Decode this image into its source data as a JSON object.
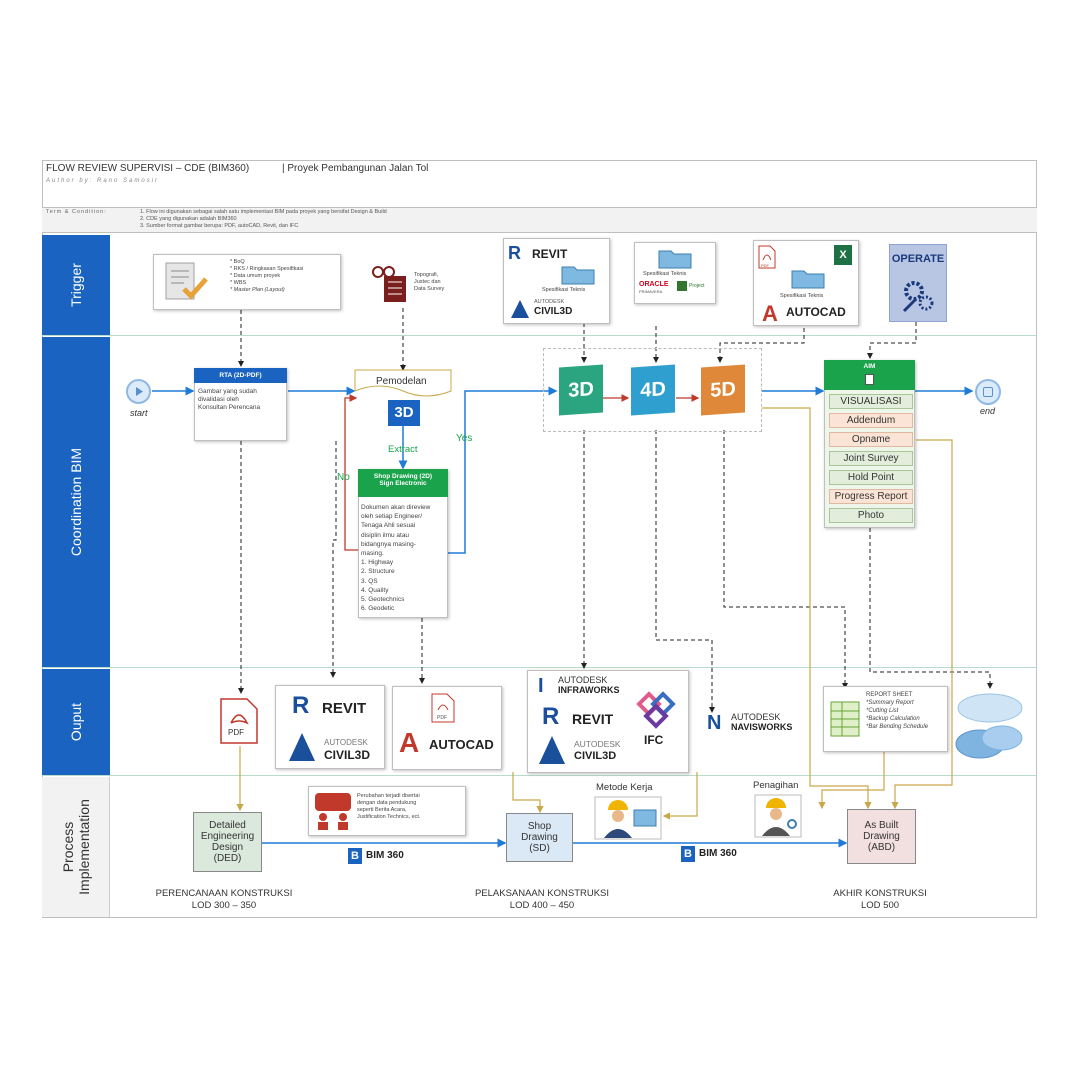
{
  "header": {
    "title": "FLOW REVIEW SUPERVISI – CDE (BIM360)",
    "subtitle": "| Proyek Pembangunan Jalan Tol",
    "author": "Author by: Rano Samosir",
    "terms_label": "Term & Condition:",
    "terms": [
      "1. Flow ini digunakan sebagai salah satu implementasi BIM pada proyek yang bersifat Design & Build",
      "2. CDE yang digunakan adalah BIM360",
      "3. Sumber format gambar berupa: PDF, autoCAD, Revit, dan IFC"
    ]
  },
  "lanes": {
    "trigger": "Trigger",
    "coordination": "Coordination BIM",
    "output": "Ouput",
    "process_1": "Process",
    "process_2": "Implementation"
  },
  "trigger": {
    "docs": [
      "* BoQ",
      "* RKS / Ringkasan Spesifikasi",
      "* Data umum proyek",
      "* WBS",
      "* Master Plan (Layout)"
    ],
    "survey": [
      "Topografi,",
      "Justec dan",
      "Data Survey"
    ],
    "revit": "REVIT",
    "spesifikasi_teknis": "Spesifikasi Teknis",
    "autodesk": "AUTODESK",
    "civil3d": "CIVIL3D",
    "oracle": "ORACLE",
    "primavera": "PRIMAVERA",
    "project": "Project",
    "pdf": "PDF",
    "autocad": "AUTOCAD",
    "operate": "OPERATE"
  },
  "coordination": {
    "start": "start",
    "end": "end",
    "rta_header": "RTA (2D-PDF)",
    "rta_body": [
      "Gambar yang sudah",
      "divalidasi oleh",
      "Konsultan Perencana"
    ],
    "pemodelan": "Pemodelan",
    "model_3d": "3D",
    "extract": "Extract",
    "yes": "Yes",
    "no": "No",
    "shop_header_1": "Shop Drawing (2D)",
    "shop_header_2": "Sign Electronic",
    "shop_body": [
      "Dokumen akan direview",
      "oleh setiap Engineer/",
      "Tenaga Ahli sesuai",
      "disiplin ilmu atau",
      "bidangnya masing-",
      "masing.",
      "1. Highway",
      "2. Structure",
      "3. QS",
      "4. Quality",
      "5. Geotechnics",
      "6. Geodetic"
    ],
    "cube_3d": "3D",
    "cube_4d": "4D",
    "cube_5d": "5D",
    "aim_header": "AIM",
    "aim_items": [
      "VISUALISASI",
      "Addendum",
      "Opname",
      "Joint Survey",
      "Hold Point",
      "Progress Report",
      "Photo"
    ]
  },
  "output": {
    "pdf": "PDF",
    "revit": "REVIT",
    "autodesk": "AUTODESK",
    "civil3d": "CIVIL3D",
    "autocad": "AUTOCAD",
    "infraworks_1": "AUTODESK",
    "infraworks_2": "INFRAWORKS",
    "ifc": "IFC",
    "navisworks_1": "AUTODESK",
    "navisworks_2": "NAVISWORKS",
    "report_title": "REPORT SHEET",
    "report_items": [
      "*Summary Report",
      "*Cutting List",
      "*Backup Calculation",
      "*Bar Bending Schedule"
    ]
  },
  "process": {
    "ded": [
      "Detailed",
      "Engineering",
      "Design",
      "(DED)"
    ],
    "change_note": [
      "Perubahan terjadi disertai",
      "dengan data pendukung",
      "seperti Berita Acara,",
      "Justification Technics, ect."
    ],
    "bim360": "BIM 360",
    "sd": [
      "Shop",
      "Drawing",
      "(SD)"
    ],
    "metode_kerja": "Metode Kerja",
    "penagihan": "Penagihan",
    "abd": [
      "As Built",
      "Drawing",
      "(ABD)"
    ],
    "stage_1": [
      "PERENCANAAN KONSTRUKSI",
      "LOD 300 – 350"
    ],
    "stage_2": [
      "PELAKSANAAN KONSTRUKSI",
      "LOD 400 – 450"
    ],
    "stage_3": [
      "AKHIR KONSTRUKSI",
      "LOD 500"
    ]
  },
  "colors": {
    "lane_blue": "#1a63c0",
    "flow_blue": "#1f7bd8",
    "green": "#1aa34a",
    "gold": "#c9a84a",
    "red": "#c0392b",
    "cube_3d": "#2aa57f",
    "cube_4d": "#2e9fcf",
    "cube_5d": "#e0883a"
  }
}
